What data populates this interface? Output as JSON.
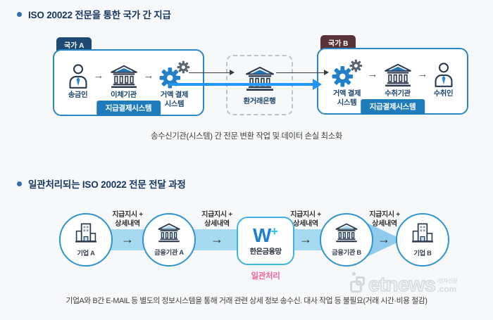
{
  "colors": {
    "background": "#f7f8fa",
    "title_navy": "#17365f",
    "box_border_blue": "#2b86c6",
    "badge_blue": "#1f7cba",
    "tab_a_navy": "#1d4a73",
    "tab_b_maroon": "#5a3136",
    "direct_arrow_blue": "#2196f3",
    "band_light_blue": "#a6daf1",
    "hub_note_pink": "#f7629f"
  },
  "icons": {
    "arrow_right": "→"
  },
  "section1": {
    "title": "ISO 20022 전문을 통한 국가 간 지급",
    "country_a": {
      "tab": "국가 A",
      "badge": "지급결제시스템",
      "nodes": [
        {
          "label": "송금인"
        },
        {
          "label": "이체기관"
        },
        {
          "label1": "거액 결제",
          "label2": "시스템"
        }
      ]
    },
    "intermediary": {
      "label": "환거래은행"
    },
    "country_b": {
      "tab": "국가 B",
      "badge": "지급결제시스템",
      "nodes": [
        {
          "label1": "거액 결제",
          "label2": "시스템"
        },
        {
          "label": "수취기관"
        },
        {
          "label": "수취인"
        }
      ]
    },
    "caption": "송수신기관(시스템) 간 전문 변환 작업 및 데이터 손실 최소화"
  },
  "section2": {
    "title": "일관처리되는 ISO 20022 전문 전달 과정",
    "edge_label_line1": "지급지시 +",
    "edge_label_line2": "상세내역",
    "circles": [
      {
        "label": "기업 A"
      },
      {
        "label": "금융기관 A"
      },
      {
        "label": "금융기관 B"
      },
      {
        "label": "기업 B"
      }
    ],
    "hub": {
      "logo_main": "W",
      "logo_plus": "+",
      "label": "한은금융망",
      "note": "일관처리"
    },
    "caption": "기업A와 B간 E-MAIL 등 별도의 정보시스템을 통해 거래 관련 상세 정보 송수신. 대사 작업 등 불필요(거래 시간·비용 절감)"
  },
  "watermark": {
    "name": "etnews",
    "domain": ".com",
    "subtitle": "/전자신문"
  }
}
